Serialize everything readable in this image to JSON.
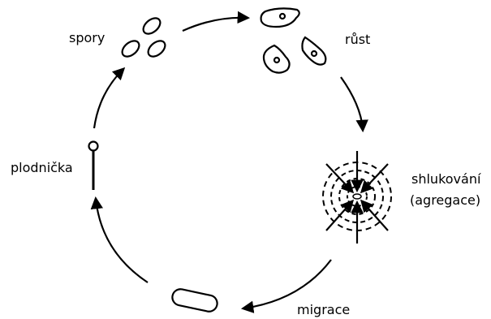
{
  "labels": {
    "spores": "spory",
    "growth": "růst",
    "aggregation": "shlukování",
    "aggregation_alt": "(agregace)",
    "migration": "migrace",
    "fruiting_body": "plodnička"
  }
}
